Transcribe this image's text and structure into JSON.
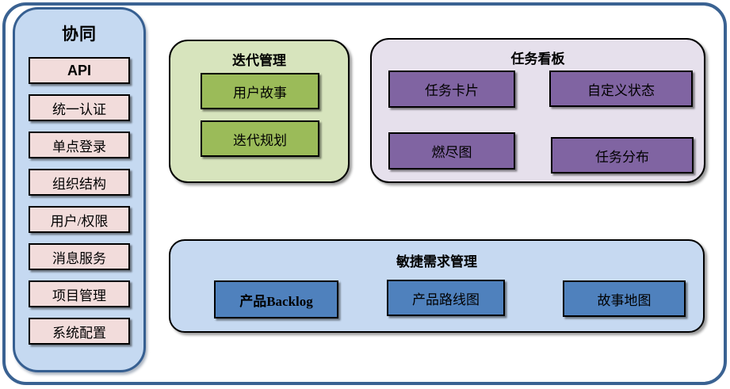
{
  "frame": {
    "border_color": "#365f91",
    "background": "#ffffff"
  },
  "sidebar": {
    "title": "协同",
    "colors": {
      "bg": "#c5d9f1",
      "border": "#365f91",
      "item_bg": "#f2dcdb"
    },
    "items": [
      {
        "label": "API"
      },
      {
        "label": "统一认证"
      },
      {
        "label": "单点登录"
      },
      {
        "label": "组织结构"
      },
      {
        "label": "用户/权限"
      },
      {
        "label": "消息服务"
      },
      {
        "label": "项目管理"
      },
      {
        "label": "系统配置"
      }
    ]
  },
  "panels": {
    "iteration": {
      "title": "迭代管理",
      "colors": {
        "bg": "#d7e4bd",
        "item_bg": "#9bbb59"
      },
      "items": [
        {
          "label": "用户故事"
        },
        {
          "label": "迭代规划"
        }
      ]
    },
    "taskboard": {
      "title": "任务看板",
      "colors": {
        "bg": "#e6e0ec",
        "item_bg": "#8064a2"
      },
      "items": [
        {
          "label": "任务卡片"
        },
        {
          "label": "自定义状态"
        },
        {
          "label": "燃尽图"
        },
        {
          "label": "任务分布"
        }
      ]
    },
    "agile": {
      "title": "敏捷需求管理",
      "colors": {
        "bg": "#c6d9f1",
        "item_bg": "#4f81bd"
      },
      "items": [
        {
          "label": "产品Backlog"
        },
        {
          "label": "产品路线图"
        },
        {
          "label": "故事地图"
        }
      ]
    }
  }
}
